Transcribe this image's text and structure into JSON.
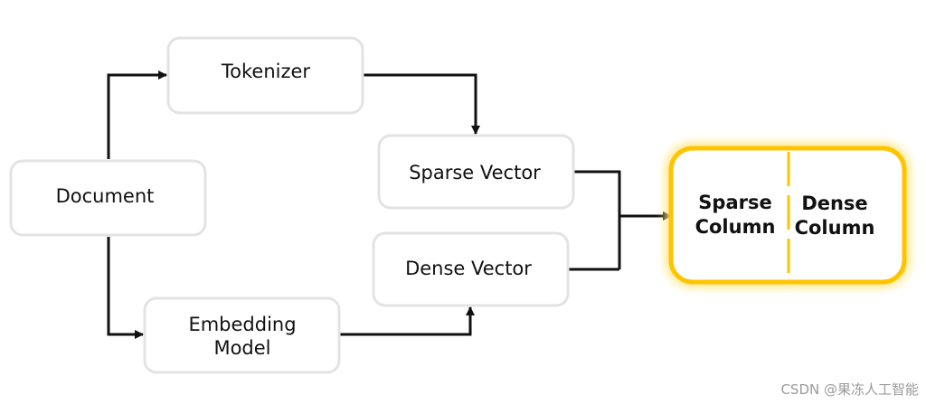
{
  "nodes": {
    "document": "Document",
    "tokenizer": "Tokenizer",
    "sparse_vector": "Sparse Vector",
    "dense_vector": "Dense Vector",
    "embedding_model": [
      "Embedding",
      "Model"
    ],
    "sparse_column": [
      "Sparse",
      "Column"
    ],
    "dense_column": [
      "Dense",
      "Column"
    ]
  },
  "colors": {
    "highlight": "#ffc400",
    "highlight_glow": "#ffe680",
    "box_border": "#e3e3e3",
    "arrow": "#111111"
  },
  "watermark": "CSDN @果冻人工智能"
}
